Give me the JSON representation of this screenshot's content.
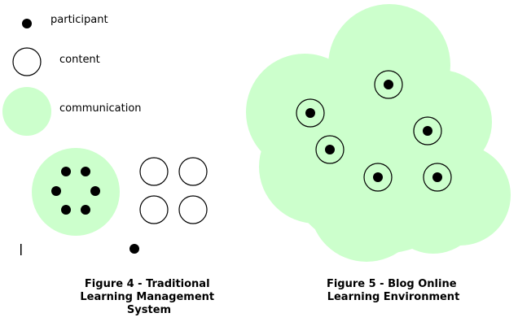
{
  "legend": {
    "participant_label": "participant",
    "content_label": "content",
    "communication_label": "communication"
  },
  "figure4": {
    "caption_lines": [
      "Figure 4 - Traditional",
      "Learning Management",
      "System"
    ]
  },
  "figure5": {
    "caption_lines": [
      "Figure 5 - Blog Online",
      "Learning Environment"
    ]
  },
  "colors": {
    "communication": "#ccffcc",
    "participant": "#000000",
    "content_stroke": "#000000",
    "content_fill": "#ffffff"
  }
}
